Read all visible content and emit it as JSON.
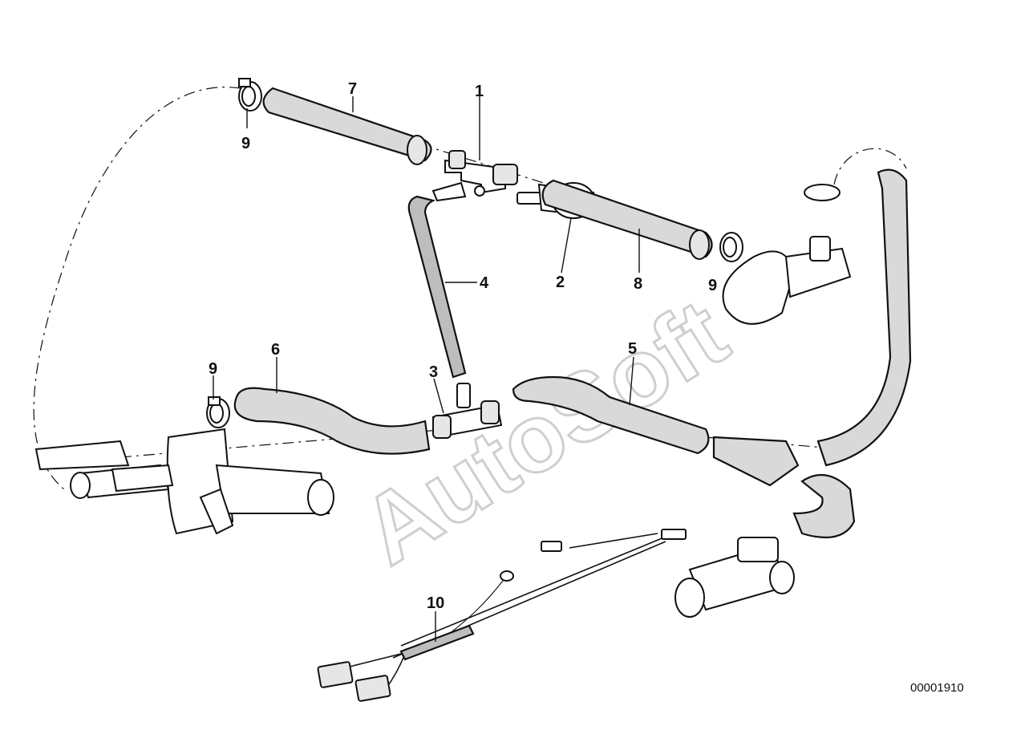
{
  "diagram": {
    "watermark": "AutoSoft",
    "reference_number": "00001910",
    "callouts": [
      {
        "id": "1",
        "label": "1"
      },
      {
        "id": "2",
        "label": "2"
      },
      {
        "id": "3",
        "label": "3"
      },
      {
        "id": "4",
        "label": "4"
      },
      {
        "id": "5",
        "label": "5"
      },
      {
        "id": "6",
        "label": "6"
      },
      {
        "id": "7",
        "label": "7"
      },
      {
        "id": "8",
        "label": "8"
      },
      {
        "id": "9a",
        "label": "9"
      },
      {
        "id": "9b",
        "label": "9"
      },
      {
        "id": "9c",
        "label": "9"
      },
      {
        "id": "10",
        "label": "10"
      }
    ]
  }
}
